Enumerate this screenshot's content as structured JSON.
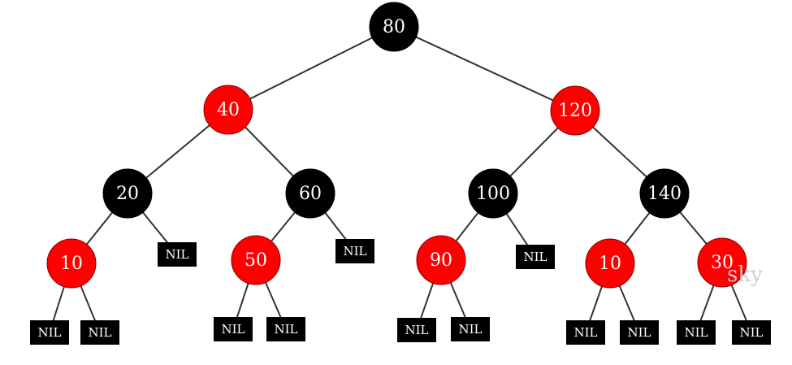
{
  "colors": {
    "red": "#ff0000",
    "black": "#000000",
    "edge": "#333333",
    "text": "#ffffff",
    "watermark": "#d0d0d0"
  },
  "nodes": [
    {
      "id": "n80",
      "label": "80",
      "color": "black"
    },
    {
      "id": "n40",
      "label": "40",
      "color": "red"
    },
    {
      "id": "n120",
      "label": "120",
      "color": "red"
    },
    {
      "id": "n20",
      "label": "20",
      "color": "black"
    },
    {
      "id": "n60",
      "label": "60",
      "color": "black"
    },
    {
      "id": "n100",
      "label": "100",
      "color": "black"
    },
    {
      "id": "n140",
      "label": "140",
      "color": "black"
    },
    {
      "id": "n10a",
      "label": "10",
      "color": "red"
    },
    {
      "id": "n50",
      "label": "50",
      "color": "red"
    },
    {
      "id": "n90",
      "label": "90",
      "color": "red"
    },
    {
      "id": "n10b",
      "label": "10",
      "color": "red"
    },
    {
      "id": "n30",
      "label": "30",
      "color": "red"
    }
  ],
  "nil_label": "NIL",
  "nil_leaves": [
    {
      "id": "nil20r"
    },
    {
      "id": "nil60r"
    },
    {
      "id": "nil100r"
    },
    {
      "id": "nil10aL"
    },
    {
      "id": "nil10aR"
    },
    {
      "id": "nil50L"
    },
    {
      "id": "nil50R"
    },
    {
      "id": "nil90L"
    },
    {
      "id": "nil90R"
    },
    {
      "id": "nil10bL"
    },
    {
      "id": "nil10bR"
    },
    {
      "id": "nil30L"
    },
    {
      "id": "nil30R"
    }
  ],
  "edges": [
    [
      "n80",
      "n40"
    ],
    [
      "n80",
      "n120"
    ],
    [
      "n40",
      "n20"
    ],
    [
      "n40",
      "n60"
    ],
    [
      "n120",
      "n100"
    ],
    [
      "n120",
      "n140"
    ],
    [
      "n20",
      "n10a"
    ],
    [
      "n20",
      "nil20r"
    ],
    [
      "n60",
      "n50"
    ],
    [
      "n60",
      "nil60r"
    ],
    [
      "n100",
      "n90"
    ],
    [
      "n100",
      "nil100r"
    ],
    [
      "n140",
      "n10b"
    ],
    [
      "n140",
      "n30"
    ],
    [
      "n10a",
      "nil10aL"
    ],
    [
      "n10a",
      "nil10aR"
    ],
    [
      "n50",
      "nil50L"
    ],
    [
      "n50",
      "nil50R"
    ],
    [
      "n90",
      "nil90L"
    ],
    [
      "n90",
      "nil90R"
    ],
    [
      "n10b",
      "nil10bL"
    ],
    [
      "n10b",
      "nil10bR"
    ],
    [
      "n30",
      "nil30L"
    ],
    [
      "n30",
      "nil30R"
    ]
  ],
  "watermark": "sky"
}
